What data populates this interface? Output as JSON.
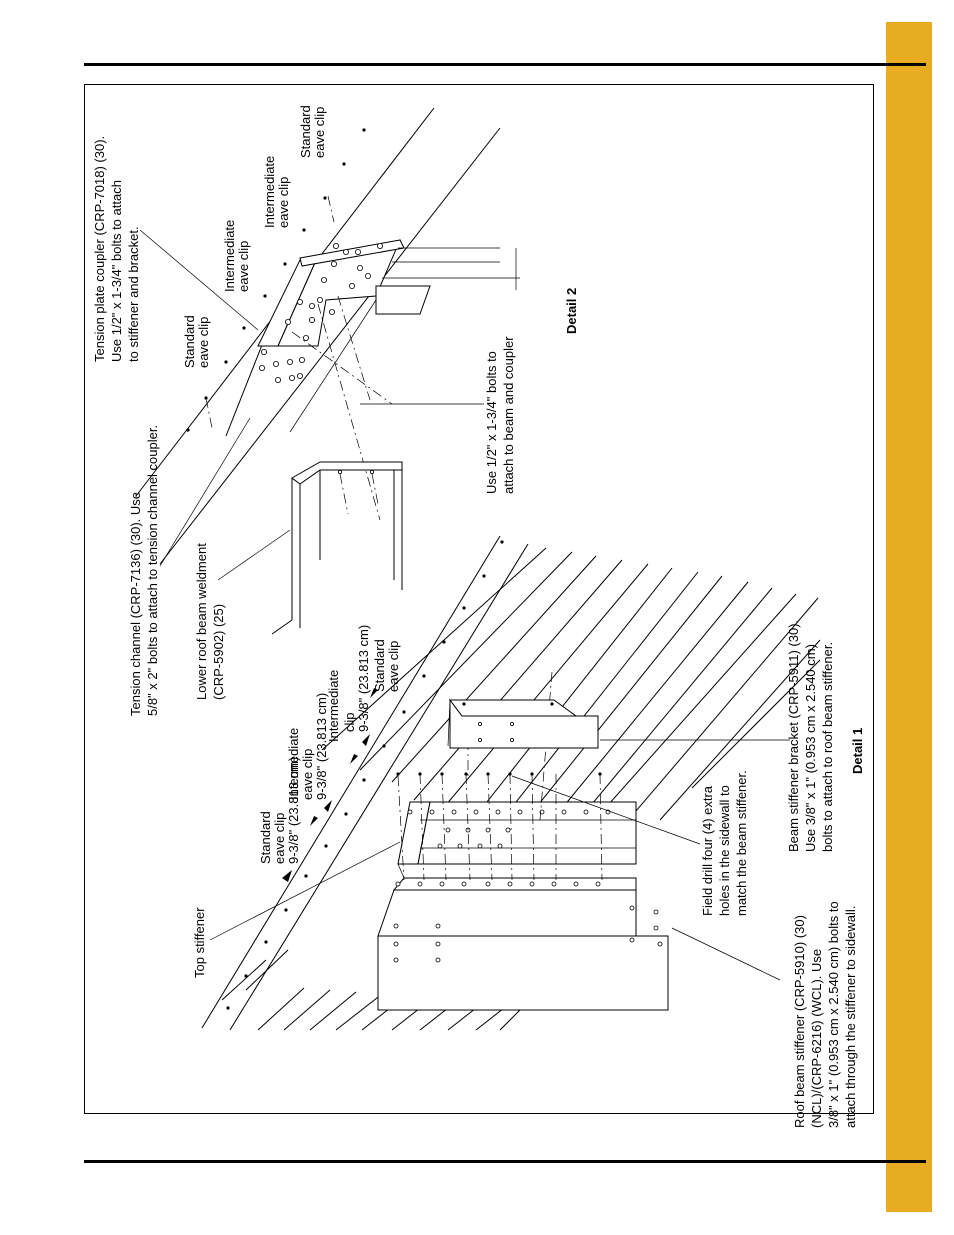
{
  "page": {
    "tab_color": "#e8ac22"
  },
  "callouts": {
    "tension_plate_1": "Tension plate coupler (CRP-7018) (30).",
    "tension_plate_2": "Use 1/2\" x 1-3/4\" bolts to attach",
    "tension_plate_3": "to stiffener and bracket.",
    "tension_channel_1": "Tension channel (CRP-7136) (30). Use",
    "tension_channel_2": "5/8\" x 2\" bolts to attach to tension channel coupler.",
    "lower_beam_1": "Lower roof beam weldment",
    "lower_beam_2": "(CRP-5902) (25)",
    "use_bolts_1": "Use 1/2\" x 1-3/4\" bolts to",
    "use_bolts_2": "attach to beam and coupler",
    "top_stiffener": "Top stiffener",
    "field_drill_1": "Field drill four (4) extra",
    "field_drill_2": "holes in the sidewall to",
    "field_drill_3": "match the beam stiffener.",
    "roof_stiffener_1": "Roof beam stiffener (CRP-5910) (30)",
    "roof_stiffener_2": "(NCL)/(CRP-6216) (WCL). Use",
    "roof_stiffener_3": "3/8\" x 1\" (0.953 cm x 2.540 cm) bolts to",
    "roof_stiffener_4": "attach through the stiffener to sidewall.",
    "beam_bracket_1": "Beam stiffener bracket (CRP-5911) (30).",
    "beam_bracket_2": "Use 3/8\" x 1\" (0.953 cm x 2.540 cm)",
    "beam_bracket_3": "bolts to attach to roof beam stiffener."
  },
  "clips": {
    "standard_1": "Standard",
    "standard_2": "eave clip",
    "intermediate_1": "Intermediate",
    "intermediate_2": "eave clip",
    "intermediate_clip": "clip",
    "dimension": "9-3/8\" (23.813 cm)"
  },
  "details": {
    "detail_1": "Detail 1",
    "detail_2": "Detail 2"
  }
}
